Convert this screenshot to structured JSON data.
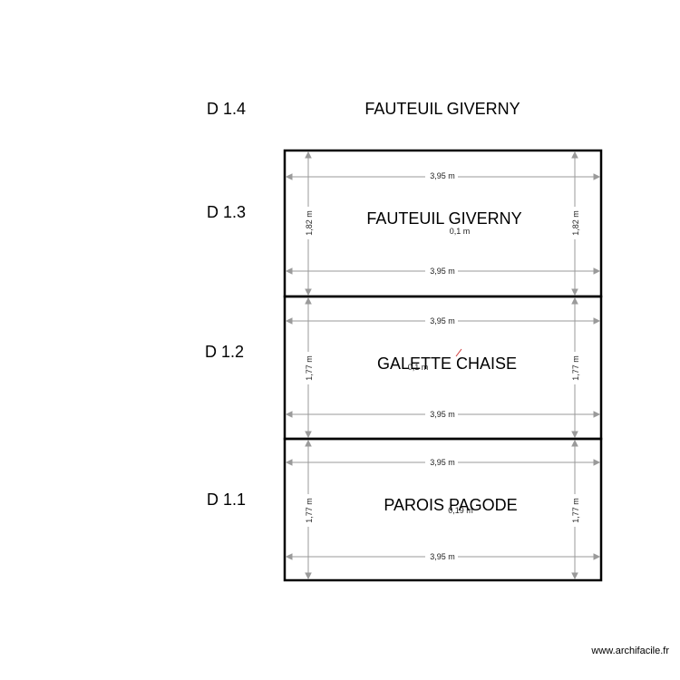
{
  "top_labels": {
    "level": "D 1.4",
    "title": "FAUTEUIL GIVERNY"
  },
  "rooms": [
    {
      "level": "D 1.3",
      "name": "FAUTEUIL GIVERNY",
      "width_label": "3,95 m",
      "height_label": "1,82 m",
      "area_label": "0,1 m"
    },
    {
      "level": "D 1.2",
      "name": "GALETTE CHAISE",
      "width_label": "3,95 m",
      "height_label": "1,77 m",
      "area_label": "0,1 m"
    },
    {
      "level": "D 1.1",
      "name": "PAROIS PAGODE",
      "width_label": "3,95 m",
      "height_label": "1,77 m",
      "area_label": "0,19 m"
    }
  ],
  "watermark": "www.archifacile.fr",
  "colors": {
    "wall": "#000000",
    "dimension": "#9a9a9a",
    "accent_mark": "#d04040"
  }
}
